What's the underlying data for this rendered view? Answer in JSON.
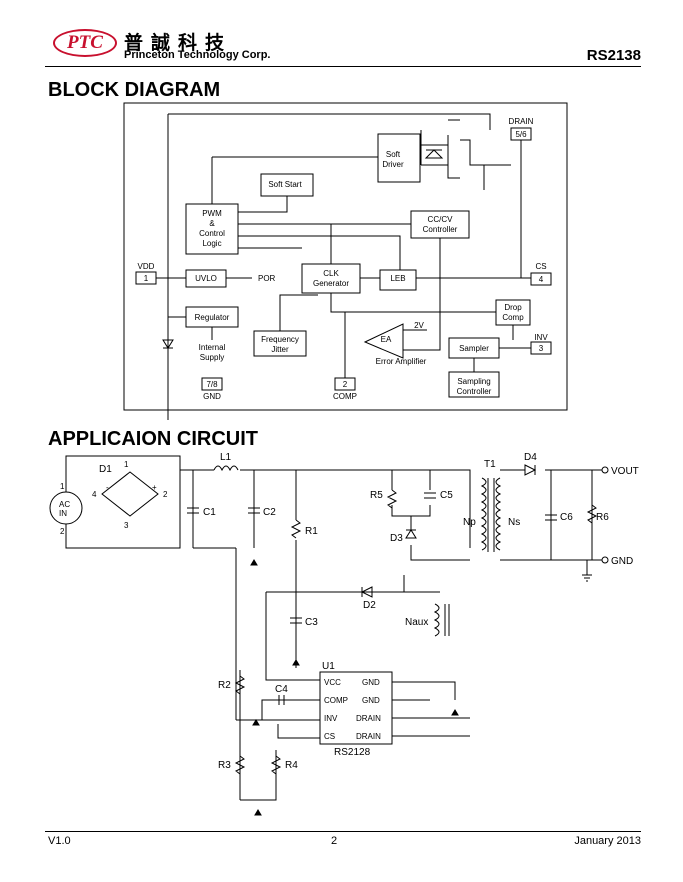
{
  "header": {
    "logo": "PTC",
    "company_cn": "普誠科技",
    "company_en": "Princeton Technology Corp.",
    "part_number": "RS2138"
  },
  "sections": {
    "block_diagram": "BLOCK DIAGRAM",
    "application": "APPLICAION CIRCUIT"
  },
  "block": {
    "drain": "DRAIN",
    "drain_pin": "5/6",
    "soft_driver": [
      "Soft",
      "Driver"
    ],
    "soft_start": "Soft Start",
    "pwm": [
      "PWM",
      "&",
      "Control",
      "Logic"
    ],
    "cccv": [
      "CC/CV",
      "Controller"
    ],
    "vdd": "VDD",
    "vdd_pin": "1",
    "uvlo": "UVLO",
    "por": "POR",
    "clk": [
      "CLK",
      "Generator"
    ],
    "leb": "LEB",
    "cs": "CS",
    "cs_pin": "4",
    "regulator": "Regulator",
    "internal_supply": [
      "Internal",
      "Supply"
    ],
    "drop_comp": [
      "Drop",
      "Comp"
    ],
    "inv": "INV",
    "inv_pin": "3",
    "ref_2v": "2V",
    "ea": "EA",
    "error_amp": "Error Amplifier",
    "sampler": "Sampler",
    "freq_jitter": [
      "Frequency",
      "Jitter"
    ],
    "sampling_ctrl": [
      "Sampling",
      "Controller"
    ],
    "gnd_pin": "7/8",
    "gnd": "GND",
    "comp_pin": "2",
    "comp": "COMP"
  },
  "app": {
    "ac_in": [
      "AC",
      "IN"
    ],
    "d1": "D1",
    "l1": "L1",
    "c1": "C1",
    "c2": "C2",
    "r1": "R1",
    "r5": "R5",
    "c5": "C5",
    "d3": "D3",
    "t1": "T1",
    "np": "Np",
    "ns": "Ns",
    "d4": "D4",
    "c6": "C6",
    "r6": "R6",
    "vout": "VOUT",
    "gnd": "GND",
    "d2": "D2",
    "c3": "C3",
    "naux": "Naux",
    "u1": "U1",
    "c4": "C4",
    "r2": "R2",
    "r3": "R3",
    "r4": "R4",
    "ic_name": "RS2128",
    "ic_left": [
      "VCC",
      "COMP",
      "INV",
      "CS"
    ],
    "ic_right": [
      "GND",
      "GND",
      "DRAIN",
      "DRAIN"
    ],
    "bridge_pins": [
      "1",
      "2",
      "3",
      "4"
    ],
    "ac_pins": [
      "1",
      "2"
    ],
    "plus": "+",
    "minus": "-"
  },
  "footer": {
    "version": "V1.0",
    "page": "2",
    "date": "January 2013"
  }
}
